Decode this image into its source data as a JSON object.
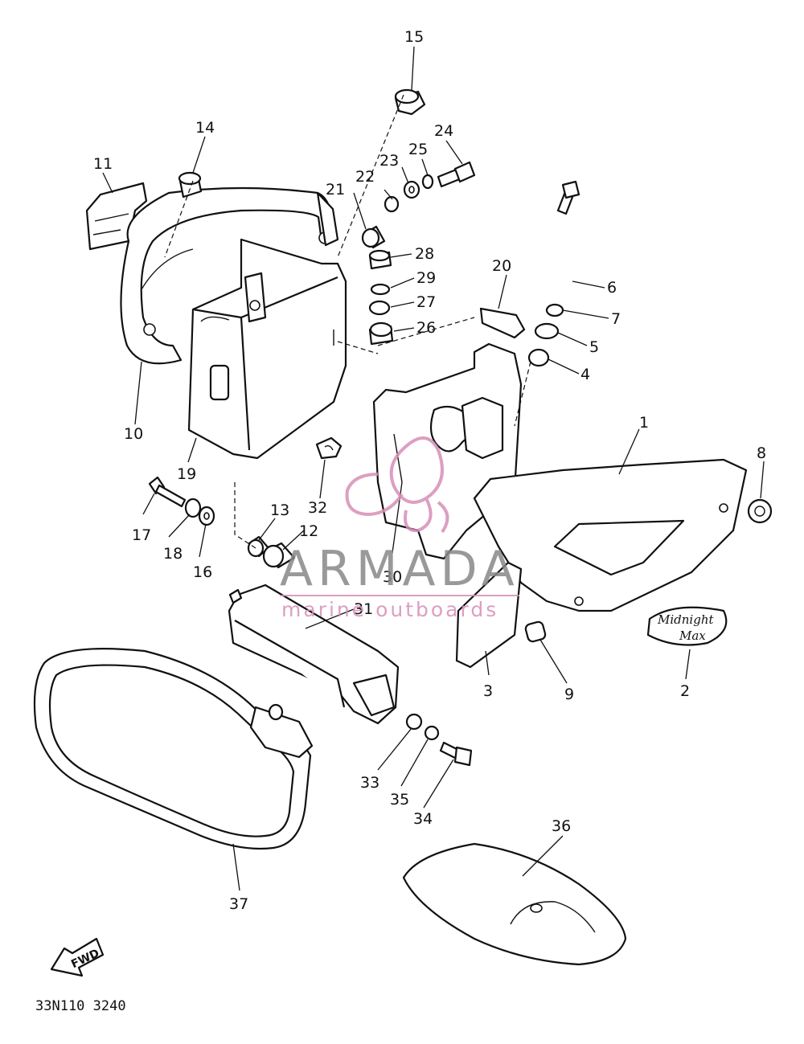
{
  "diagram": {
    "callouts": [
      {
        "id": "c1",
        "label": "1"
      },
      {
        "id": "c2",
        "label": "2"
      },
      {
        "id": "c3",
        "label": "3"
      },
      {
        "id": "c4",
        "label": "4"
      },
      {
        "id": "c5",
        "label": "5"
      },
      {
        "id": "c6",
        "label": "6"
      },
      {
        "id": "c7",
        "label": "7"
      },
      {
        "id": "c8",
        "label": "8"
      },
      {
        "id": "c9",
        "label": "9"
      },
      {
        "id": "c10",
        "label": "10"
      },
      {
        "id": "c11",
        "label": "11"
      },
      {
        "id": "c12",
        "label": "12"
      },
      {
        "id": "c13",
        "label": "13"
      },
      {
        "id": "c14",
        "label": "14"
      },
      {
        "id": "c15",
        "label": "15"
      },
      {
        "id": "c16",
        "label": "16"
      },
      {
        "id": "c17",
        "label": "17"
      },
      {
        "id": "c18",
        "label": "18"
      },
      {
        "id": "c19",
        "label": "19"
      },
      {
        "id": "c20",
        "label": "20"
      },
      {
        "id": "c21",
        "label": "21"
      },
      {
        "id": "c22",
        "label": "22"
      },
      {
        "id": "c23",
        "label": "23"
      },
      {
        "id": "c24",
        "label": "24"
      },
      {
        "id": "c25",
        "label": "25"
      },
      {
        "id": "c26",
        "label": "26"
      },
      {
        "id": "c27",
        "label": "27"
      },
      {
        "id": "c28",
        "label": "28"
      },
      {
        "id": "c29",
        "label": "29"
      },
      {
        "id": "c30",
        "label": "30"
      },
      {
        "id": "c31",
        "label": "31"
      },
      {
        "id": "c32",
        "label": "32"
      },
      {
        "id": "c33",
        "label": "33"
      },
      {
        "id": "c34",
        "label": "34"
      },
      {
        "id": "c35",
        "label": "35"
      },
      {
        "id": "c36",
        "label": "36"
      },
      {
        "id": "c37",
        "label": "37"
      }
    ],
    "diagram_code": "33N110 3240",
    "forward_marker": "FWD",
    "emblem_text": [
      "Midnight",
      "Max"
    ]
  },
  "watermark": {
    "brand": "ARMADA",
    "tagline": "marine outboards",
    "brand_color": "#8a8a8a",
    "accent_color": "#d68fb8"
  },
  "colors": {
    "ink": "#111111",
    "paper": "#ffffff"
  }
}
